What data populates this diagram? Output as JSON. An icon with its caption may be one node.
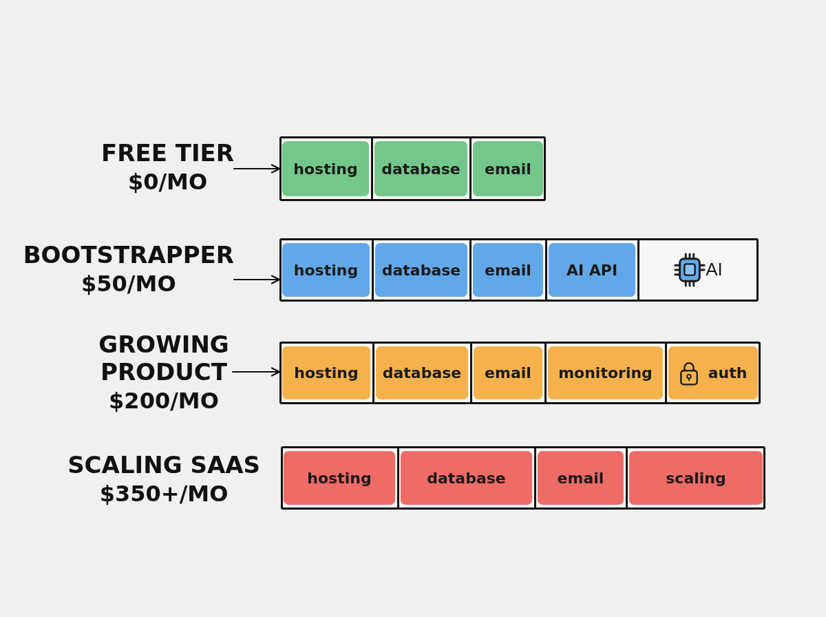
{
  "diagram": {
    "nodes": [
      {
        "text": [
          "FREE TIER",
          "$0/MO"
        ]
      },
      {
        "text": [],
        "shape": "bar"
      },
      {
        "text": [
          "hosting"
        ],
        "in": 1
      },
      {
        "text": [
          "database"
        ],
        "in": 1
      },
      {
        "text": [
          "email"
        ],
        "in": 1
      },
      {
        "text": [
          "BOOTSTRAPPER",
          "$50/MO"
        ]
      },
      {
        "text": [],
        "shape": "bar"
      },
      {
        "text": [
          "hosting"
        ],
        "in": 6
      },
      {
        "text": [
          "database"
        ],
        "in": 6
      },
      {
        "text": [
          "email"
        ],
        "in": 6
      },
      {
        "text": [
          "AI API"
        ],
        "in": 6
      },
      {
        "text": [
          "AI"
        ],
        "in": 6
      },
      {
        "text": [
          "GROWING PRODUCT",
          "$200/MO"
        ]
      },
      {
        "text": [],
        "shape": "bar"
      },
      {
        "text": [
          "hosting"
        ],
        "in": 13
      },
      {
        "text": [
          "database"
        ],
        "in": 13
      },
      {
        "text": [
          "email"
        ],
        "in": 13
      },
      {
        "text": [
          "monitoring"
        ],
        "in": 13
      },
      {
        "text": [
          "auth"
        ],
        "in": 13
      },
      {
        "text": [
          "SCALING SAAS",
          "$350+/MO"
        ]
      },
      {
        "text": [],
        "shape": "bar"
      },
      {
        "text": [
          "hosting"
        ],
        "in": 20
      },
      {
        "text": [
          "database"
        ],
        "in": 20
      },
      {
        "text": [
          "email"
        ],
        "in": 20
      },
      {
        "text": [
          "scaling"
        ],
        "in": 20
      }
    ],
    "edges": [
      {
        "from": 0,
        "to": 1,
        "arrow": "to"
      },
      {
        "from": 5,
        "to": 6,
        "arrow": "to"
      },
      {
        "from": 12,
        "to": 13,
        "arrow": "to"
      }
    ]
  }
}
